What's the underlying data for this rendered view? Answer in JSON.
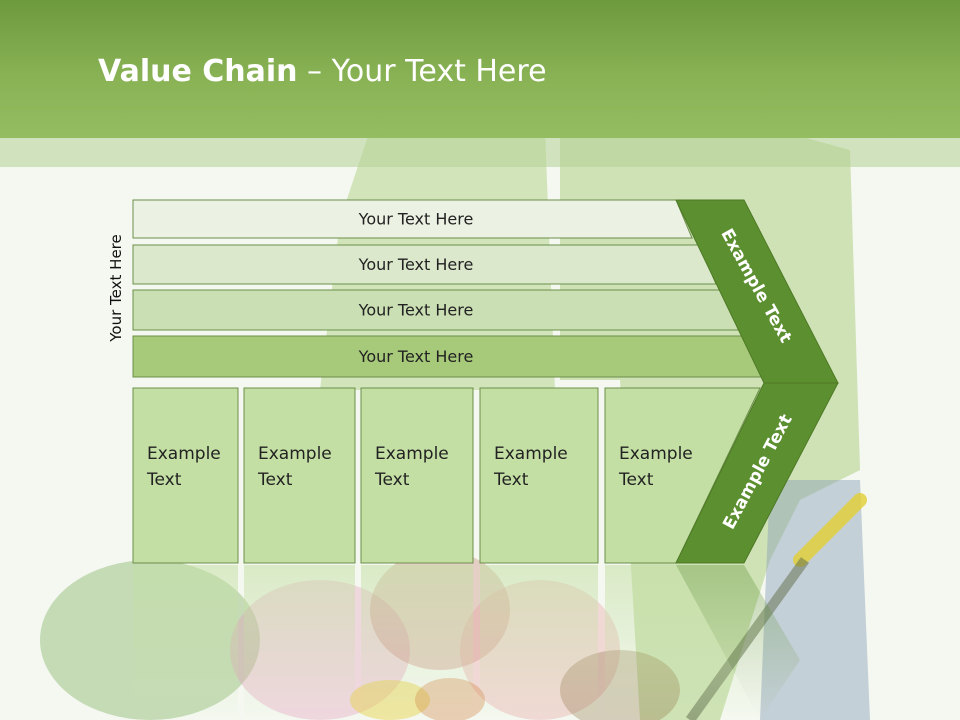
{
  "slide": {
    "title_bold": "Value Chain",
    "title_rest": " – Your Text Here",
    "side_label": "Your Text Here"
  },
  "bars": [
    {
      "label": "Your Text Here",
      "color": "#ebf2e3"
    },
    {
      "label": "Your Text Here",
      "color": "#dbe8cc"
    },
    {
      "label": "Your Text Here",
      "color": "#cadfb3"
    },
    {
      "label": "Your Text Here",
      "color": "#a7c97a"
    }
  ],
  "columns": [
    {
      "label": "Example\nText"
    },
    {
      "label": "Example\nText"
    },
    {
      "label": "Example\nText"
    },
    {
      "label": "Example\nText"
    },
    {
      "label": "Example\nText"
    }
  ],
  "chevron": {
    "upper_label": "Example Text",
    "lower_label": "Example Text",
    "color": "#5c8f2f"
  },
  "colors": {
    "header": "#88b254",
    "column_fill": "#c4dfa4",
    "border": "#6b8f4a"
  }
}
